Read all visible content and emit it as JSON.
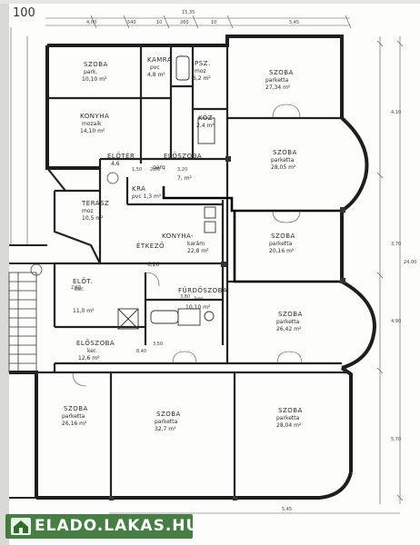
{
  "header": {
    "corner_label": "100"
  },
  "dimensions": {
    "top_total": "15,35",
    "top_segments": [
      "4,00",
      "540",
      "10",
      "260",
      "10",
      "5,45"
    ],
    "right_total": "24,00",
    "right_segments": [
      "4,10",
      "3,70",
      "4,90",
      "5,70"
    ],
    "bottom_right": "5,45",
    "levels": [
      "2,80",
      "3,20",
      "2,40",
      "3,50",
      "1,50",
      "8,40",
      "3,80"
    ]
  },
  "rooms": [
    {
      "name": "SZOBA",
      "lines": [
        "park.",
        "10,10 m²"
      ]
    },
    {
      "name": "KAMRA",
      "lines": [
        "pvc",
        "4,8 m²"
      ]
    },
    {
      "name": "PSZ.",
      "lines": [
        "moz",
        "6,2 m²"
      ]
    },
    {
      "name": "SZOBA",
      "lines": [
        "parketta",
        "27,34 m²"
      ]
    },
    {
      "name": "KONYHA",
      "lines": [
        "mozaik",
        "14,10 m²"
      ]
    },
    {
      "name": "KÖZ",
      "lines": [
        "2,4 m²"
      ]
    },
    {
      "name": "SZOBA",
      "lines": [
        "parketta",
        "28,05 m²"
      ]
    },
    {
      "name": "ELŐTÉR",
      "lines": [
        "4,6"
      ]
    },
    {
      "name": "ELŐSZOBA",
      "lines": [
        "parq",
        "7, m²"
      ]
    },
    {
      "name": "TERASZ",
      "lines": [
        "moz",
        "10,5 m²"
      ]
    },
    {
      "name": "KRA",
      "lines": [
        "pvc 1,3 m²"
      ]
    },
    {
      "name": "KONYHA-",
      "lines": [
        "karám",
        "22,8 m²"
      ]
    },
    {
      "name": "ÉTKEZŐ",
      "lines": [
        "6,20"
      ]
    },
    {
      "name": "SZOBA",
      "lines": [
        "parketta",
        "20,16 m²"
      ]
    },
    {
      "name": "ELŐT.",
      "lines": [
        "ker.",
        "11,0 m²"
      ]
    },
    {
      "name": "FÜRDŐSZOBA",
      "lines": [
        "ker.",
        "10,10 m²"
      ]
    },
    {
      "name": "SZOBA",
      "lines": [
        "parketta",
        "26,42 m²"
      ]
    },
    {
      "name": "ELŐSZOBA",
      "lines": [
        "ker.",
        "12,6 m²"
      ]
    },
    {
      "name": "SZOBA",
      "lines": [
        "parketta",
        "26,16 m²"
      ]
    },
    {
      "name": "SZOBA",
      "lines": [
        "parketta",
        "32,7 m²"
      ]
    },
    {
      "name": "SZOBA",
      "lines": [
        "parketta",
        "28,04 m²"
      ]
    }
  ],
  "watermark": {
    "text": "ELADO.LAKAS.HU",
    "color": "#2f6b2c"
  }
}
